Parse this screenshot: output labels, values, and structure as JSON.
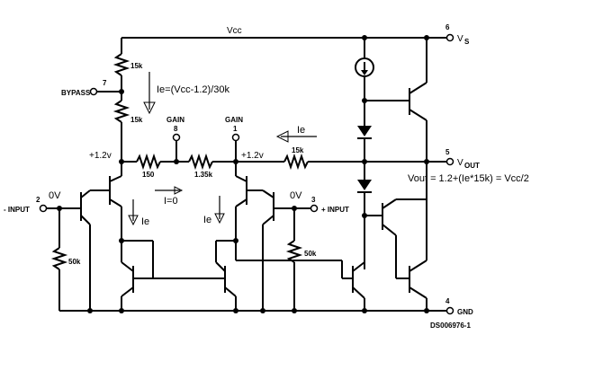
{
  "labels": {
    "vcc": "Vcc",
    "vs_pin": "6",
    "vs": "V",
    "vs_sub": "S",
    "bypass_pin": "7",
    "bypass": "BYPASS",
    "r15k_top": "15k",
    "r15k_bottom": "15k",
    "ie_formula": "Ie=(Vcc-1.2)/30k",
    "gain8_label": "GAIN",
    "gain8_pin": "8",
    "gain1_label": "GAIN",
    "gain1_pin": "1",
    "ie_top": "Ie",
    "v12_left": "+1.2v",
    "v12_right": "+1.2v",
    "r150": "150",
    "r135k": "1.35k",
    "r15k_fb": "15k",
    "vout_pin": "5",
    "vout": "V",
    "vout_sub": "OUT",
    "vout_formula": "Vout = 1.2+(Ie*15k) = Vcc/2",
    "neg_input_pin": "2",
    "neg_input": "- INPUT",
    "ov_left": "0V",
    "i0": "I=0",
    "ie_left": "Ie",
    "ie_mid": "Ie",
    "ov_right": "0V",
    "pos_input_pin": "3",
    "pos_input": "+ INPUT",
    "r50k_left": "50k",
    "r50k_right": "50k",
    "gnd_pin": "4",
    "gnd": "GND",
    "doc_id": "DS006976-1"
  }
}
